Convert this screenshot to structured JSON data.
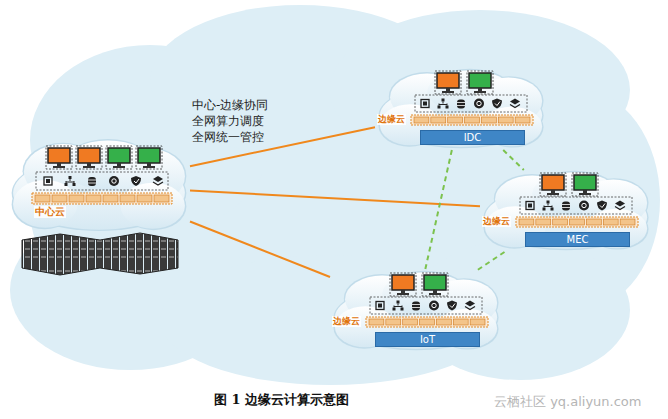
{
  "diagram": {
    "caption": "图 1 边缘云计算示意图",
    "nodes": [
      {
        "text": [
          "中心云"
        ]
      },
      {
        "text": [
          "边缘云"
        ]
      },
      {
        "text": [
          "IDC"
        ],
        "in": 1
      },
      {
        "text": [
          "边缘云"
        ]
      },
      {
        "text": [
          "MEC"
        ],
        "in": 3
      },
      {
        "text": [
          "边缘云"
        ]
      },
      {
        "text": [
          "IoT"
        ],
        "in": 5
      }
    ],
    "edges": [
      {
        "from": 0,
        "to": 1,
        "arrow": "none"
      },
      {
        "from": 0,
        "to": 3,
        "arrow": "none"
      },
      {
        "from": 0,
        "to": 5,
        "arrow": "none"
      },
      {
        "from": 1,
        "to": 3,
        "arrow": "none"
      },
      {
        "from": 3,
        "to": 5,
        "arrow": "none"
      },
      {
        "from": 1,
        "to": 5,
        "arrow": "none"
      }
    ],
    "labels": [
      "中心-边缘协同",
      "全网算力调度",
      "全网统一管控",
      "云栖社区 yq.aliyun.com"
    ]
  }
}
